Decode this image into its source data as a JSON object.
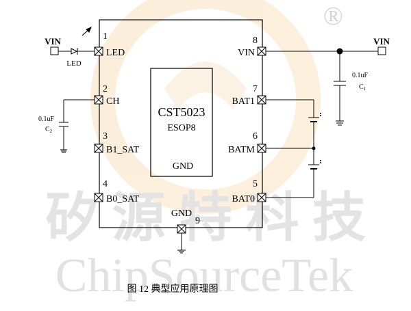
{
  "chip": {
    "name": "CST5023",
    "package": "ESOP8",
    "center_label": "GND"
  },
  "pins": [
    {
      "number": "1",
      "label": "LED"
    },
    {
      "number": "2",
      "label": "CH"
    },
    {
      "number": "3",
      "label": "B1_SAT"
    },
    {
      "number": "4",
      "label": "B0_SAT"
    },
    {
      "number": "8",
      "label": "VIN"
    },
    {
      "number": "7",
      "label": "BAT1"
    },
    {
      "number": "6",
      "label": "BATM"
    },
    {
      "number": "5",
      "label": "BAT0"
    },
    {
      "number": "9",
      "label": "GND"
    }
  ],
  "nets": {
    "vin_left": "VIN",
    "vin_right": "VIN",
    "led": "LED"
  },
  "capacitors": {
    "c1_value": "0.1uF",
    "c1_name": "C",
    "c1_sub": "1",
    "c2_value": "0.1uF",
    "c2_name": "C",
    "c2_sub": "2"
  },
  "watermark": {
    "chinese": "矽 源 特 科 技",
    "english": "ChipSourceTek",
    "registered": "®"
  },
  "caption": "图 12 典型应用原理图"
}
